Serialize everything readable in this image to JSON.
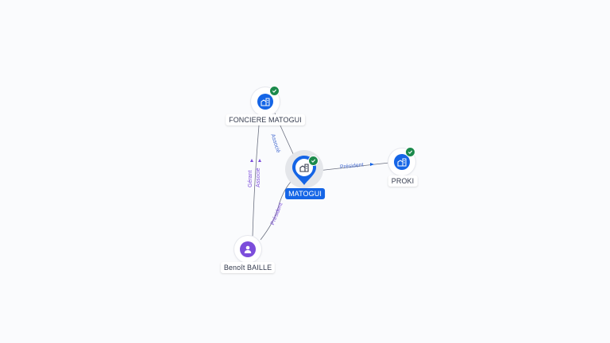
{
  "diagram": {
    "type": "company-relationship-graph",
    "colors": {
      "background": "#fafbfd",
      "company_fill": "#1565e6",
      "person_fill": "#7c4ddb",
      "verified_badge": "#1b8a4c",
      "edge_line": "#6b7080",
      "edge_label_company": "#4a6fd1",
      "edge_label_person": "#7c4ddb"
    },
    "nodes": [
      {
        "id": "fonciere",
        "label": "FONCIERE MATOGUI",
        "kind": "company",
        "verified": true,
        "icon": "building-icon"
      },
      {
        "id": "matogui",
        "label": "MATOGUI",
        "kind": "company",
        "verified": true,
        "selected": true,
        "icon": "building-icon"
      },
      {
        "id": "proki",
        "label": "PROKI",
        "kind": "company",
        "verified": true,
        "icon": "building-icon"
      },
      {
        "id": "baille",
        "label": "Benoît BAILLE",
        "kind": "person",
        "verified": false,
        "icon": "person-icon"
      }
    ],
    "edges": [
      {
        "from": "fonciere",
        "to": "matogui",
        "label": "Associé"
      },
      {
        "from": "matogui",
        "to": "proki",
        "label": "Président"
      },
      {
        "from": "baille",
        "to": "fonciere",
        "label": "Gérant"
      },
      {
        "from": "baille",
        "to": "fonciere",
        "label": "Associé"
      },
      {
        "from": "baille",
        "to": "matogui",
        "label": "Président"
      }
    ]
  }
}
